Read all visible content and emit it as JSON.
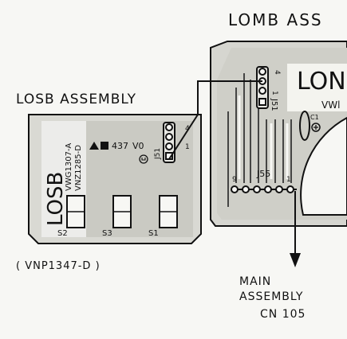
{
  "labels": {
    "lomb_title": "LOMB ASS",
    "losb_title": "LOSB ASSEMBLY",
    "losb_vertical": "LOSB",
    "board_code_1": "VWG1307-A",
    "board_code_2": "VNZ1285-D",
    "part_code": "437",
    "marking_v0": "V0",
    "j51_left": "J51",
    "j51_right": "J51",
    "pin_1_left": "1",
    "pin_4_left": "4",
    "pin_4_right": "4",
    "pin_1_right": "1",
    "s1": "S1",
    "s2": "S2",
    "s3": "S3",
    "j55": "J55",
    "j55_pin_9": "9",
    "j55_pin_1": "1",
    "c1": "C1",
    "lomb_partial": "LON",
    "vwl_partial": "VWl",
    "part_number_losb": "( VNP1347-D )",
    "main_line1": "MAIN",
    "main_line2": "ASSEMBLY",
    "main_line3": "CN 105"
  }
}
